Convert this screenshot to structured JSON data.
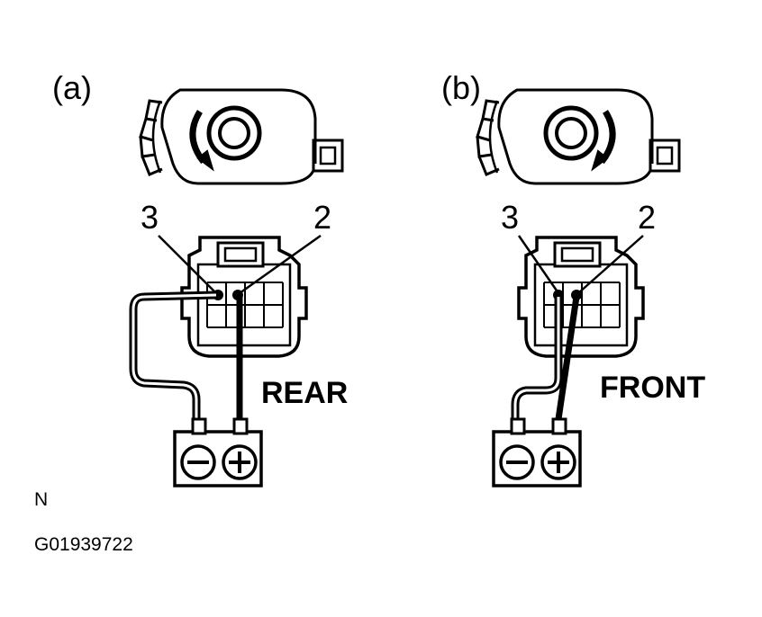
{
  "panels": [
    {
      "id": "a",
      "label": "(a)",
      "terminal_left": "3",
      "terminal_right": "2",
      "direction": "REAR",
      "rotation": "counterclockwise"
    },
    {
      "id": "b",
      "label": "(b)",
      "terminal_left": "3",
      "terminal_right": "2",
      "direction": "FRONT",
      "rotation": "clockwise"
    }
  ],
  "battery": {
    "negative_symbol": "minus-sign",
    "positive_symbol": "plus-sign"
  },
  "footer": {
    "orientation": "N",
    "figure_code": "G01939722"
  },
  "colors": {
    "ink": "#000000",
    "background": "#ffffff"
  }
}
